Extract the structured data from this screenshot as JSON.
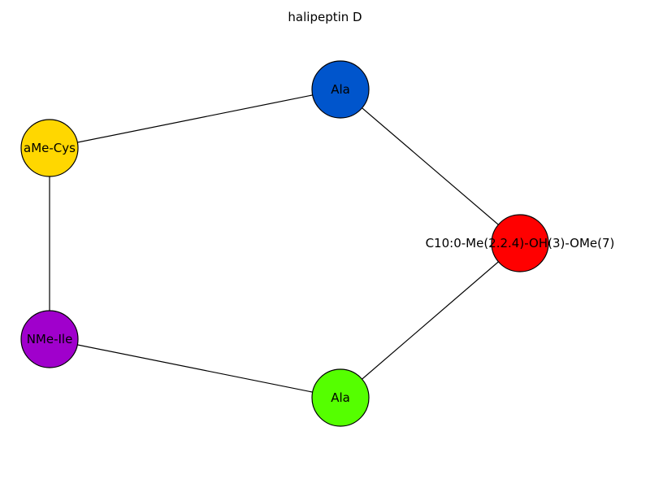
{
  "title": "halipeptin D",
  "nodes": [
    {
      "id": "n_ala_top",
      "label": "Ala",
      "color": "#0055cc"
    },
    {
      "id": "n_c10",
      "label": "C10:0-Me(2.2.4)-OH(3)-OMe(7)",
      "color": "#ff0000"
    },
    {
      "id": "n_ala_bottom",
      "label": "Ala",
      "color": "#55ff00"
    },
    {
      "id": "n_nme_ile",
      "label": "NMe-Ile",
      "color": "#a000cc"
    },
    {
      "id": "n_ame_cys",
      "label": "aMe-Cys",
      "color": "#ffd700"
    }
  ],
  "edges": [
    {
      "from": "n_ame_cys",
      "to": "n_ala_top"
    },
    {
      "from": "n_ala_top",
      "to": "n_c10"
    },
    {
      "from": "n_c10",
      "to": "n_ala_bottom"
    },
    {
      "from": "n_ala_bottom",
      "to": "n_nme_ile"
    },
    {
      "from": "n_nme_ile",
      "to": "n_ame_cys"
    }
  ]
}
